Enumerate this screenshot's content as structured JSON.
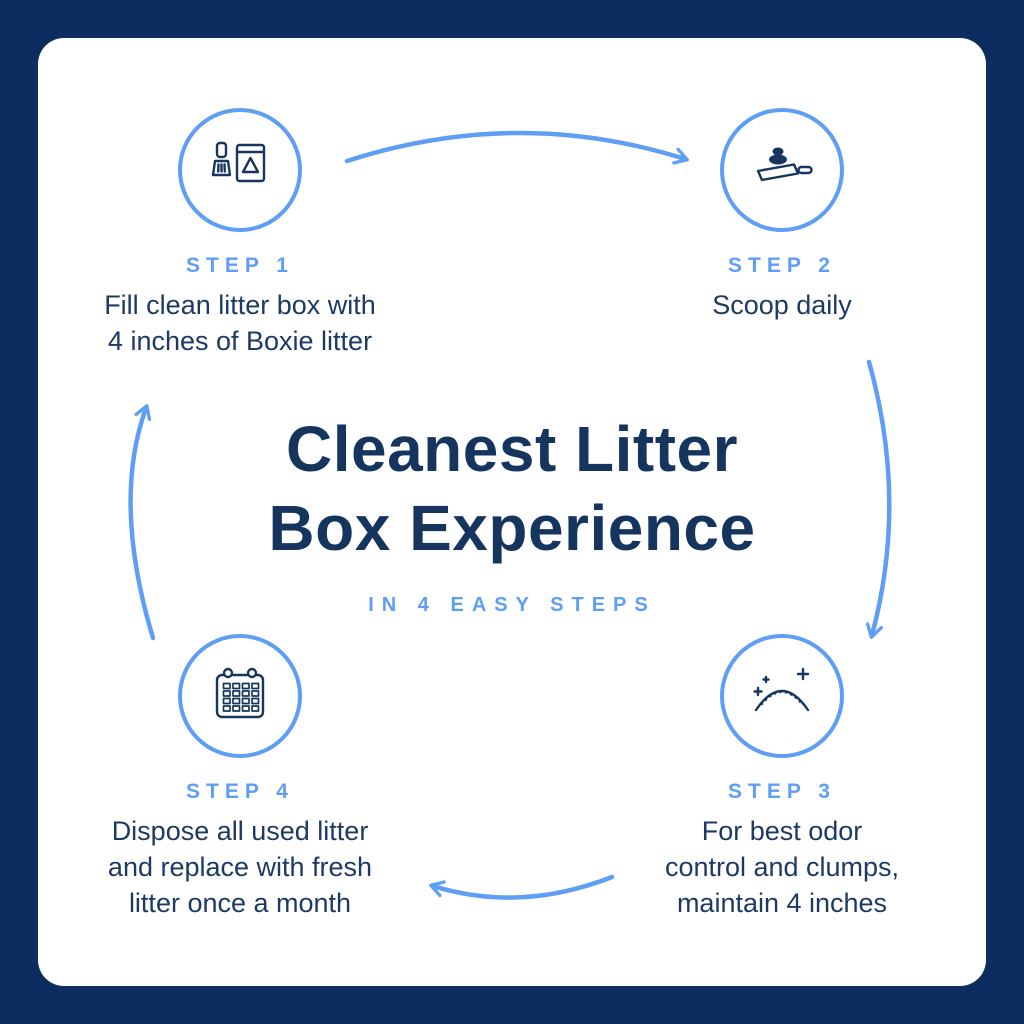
{
  "title": {
    "line1": "Cleanest Litter",
    "line2": "Box Experience",
    "subtitle": "IN 4 EASY STEPS"
  },
  "steps": [
    {
      "label": "STEP 1",
      "icon": "scoop-and-litter-bag-icon",
      "lines": [
        "Fill clean litter box with",
        "4 inches of Boxie litter"
      ]
    },
    {
      "label": "STEP 2",
      "icon": "scoop-with-clumps-icon",
      "lines": [
        "Scoop daily"
      ]
    },
    {
      "label": "STEP 3",
      "icon": "litter-mound-sparkles-icon",
      "lines": [
        "For best odor",
        "control and clumps,",
        "maintain 4 inches"
      ]
    },
    {
      "label": "STEP 4",
      "icon": "calendar-icon",
      "lines": [
        "Dispose all used litter",
        "and replace with fresh",
        "litter once a month"
      ]
    }
  ],
  "colors": {
    "navy_background": "#0d2c5f",
    "navy_text": "#1c3a64",
    "accent_blue": "#5f9ef5",
    "card_background": "#ffffff"
  }
}
